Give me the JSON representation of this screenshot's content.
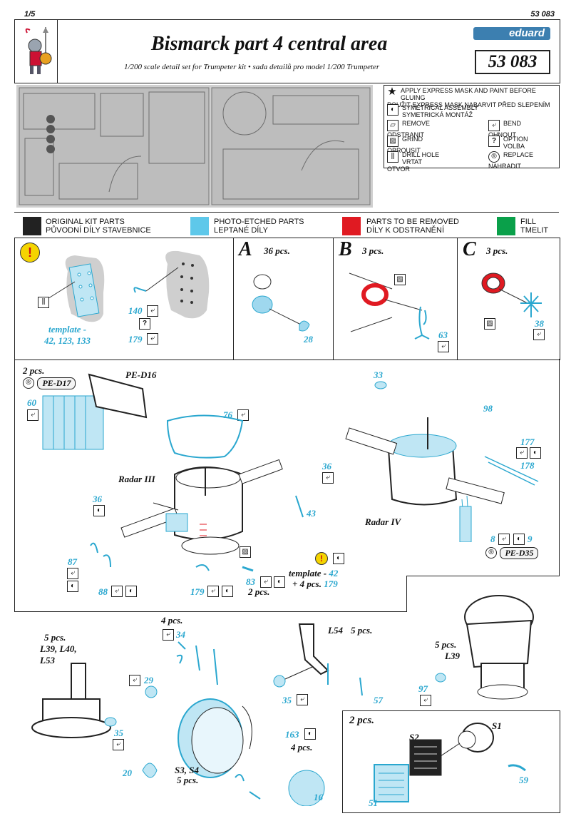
{
  "header": {
    "page": "1/5",
    "code_top": "53 083",
    "title": "Bismarck part 4 central area",
    "subtitle": "1/200 scale detail set for Trumpeter kit • sada detailů pro model 1/200 Trumpeter",
    "brand": "eduard",
    "code_box": "53 083"
  },
  "instructions": [
    {
      "icon": "star-icon",
      "text": "APPLY EXPRESS MASK AND PAINT BEFORE GLUING",
      "text2": "POUŽIT EXPRESS MASK NABARVIT PŘED SLEPENÍM"
    },
    {
      "icon": "symmetry-icon",
      "text": "SYMETRICAL ASSEMBLY",
      "text2": "SYMETRICKÁ MONTÁŽ"
    },
    {
      "icon": "remove-icon",
      "text": "REMOVE",
      "text2": "ODSTRANIT"
    },
    {
      "icon": "bend-icon",
      "text": "BEND",
      "text2": "OHNOUT"
    },
    {
      "icon": "grind-icon",
      "text": "GRIND",
      "text2": "OBROUSIT"
    },
    {
      "icon": "option-icon",
      "text": "OPTION",
      "text2": "VOLBA"
    },
    {
      "icon": "drill-icon",
      "text": "DRILL HOLE",
      "text2": "VRTAT OTVOR"
    },
    {
      "icon": "replace-icon",
      "text": "REPLACE",
      "text2": "NAHRADIT"
    }
  ],
  "color_legend": [
    {
      "color": "#222222",
      "line1": "ORIGINAL KIT PARTS",
      "line2": "PŮVODNÍ DÍLY STAVEBNICE"
    },
    {
      "color": "#5ec8ea",
      "line1": "PHOTO-ETCHED PARTS",
      "line2": "LEPTANÉ DÍLY"
    },
    {
      "color": "#e01a22",
      "line1": "PARTS TO BE REMOVED",
      "line2": "DÍLY K ODSTRANĚNÍ"
    },
    {
      "color": "#0aa04a",
      "line1": "FILL",
      "line2": "TMELIT"
    }
  ],
  "step_template": {
    "label": "template -",
    "parts": "42, 123, 133",
    "n140": "140",
    "n179": "179",
    "q": "?"
  },
  "step_a": {
    "letter": "A",
    "count": "36 pcs.",
    "part": "28"
  },
  "step_b": {
    "letter": "B",
    "count": "3 pcs.",
    "part": "63"
  },
  "step_c": {
    "letter": "C",
    "count": "3 pcs.",
    "part": "38"
  },
  "radar3": {
    "qty": "2 pcs.",
    "pe_d17": "PE-D17",
    "pe_d16": "PE-D16",
    "n60": "60",
    "n76": "76",
    "name": "Radar III",
    "n36": "36",
    "n43": "43",
    "n87": "87",
    "n88": "88",
    "n179": "179",
    "n83": "83",
    "pcs2": "2 pcs.",
    "template": "template -",
    "t42": "42",
    "plus": "+ 4 pcs.",
    "t179": "179"
  },
  "radar4": {
    "n33": "33",
    "n98": "98",
    "n36": "36",
    "n177": "177",
    "n178": "178",
    "name": "Radar IV",
    "n8": "8",
    "n9": "9",
    "pe_d35": "PE-D35"
  },
  "bottom": {
    "l_qty": "5 pcs.",
    "l_names": "L39, L40,",
    "l_names2": "L53",
    "n35a": "35",
    "four": "4 pcs.",
    "n34": "34",
    "n29": "29",
    "n163": "163",
    "four2": "4 pcs.",
    "s34": "S3, S4",
    "s34q": "5 pcs.",
    "n20": "20",
    "n16": "16",
    "l54": "L54",
    "l54q": "5 pcs.",
    "n35b": "35",
    "n57": "57",
    "l39q": "5 pcs.",
    "l39": "L39",
    "n97": "97",
    "two": "2 pcs.",
    "s2": "S2",
    "s1": "S1",
    "n51": "51",
    "n59": "59"
  }
}
